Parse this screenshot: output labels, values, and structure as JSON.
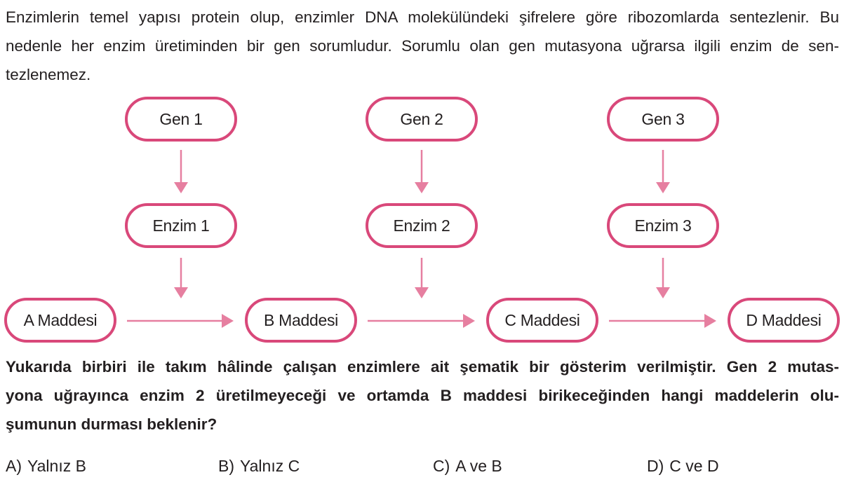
{
  "intro": {
    "lines": [
      "Enzimlerin temel yapısı protein olup, enzimler DNA molekülündeki şifrelere göre ribozomlarda sentezlenir. Bu",
      "nedenle her enzim üretiminden bir gen sorumludur. Sorumlu olan gen mutasyona uğrarsa ilgili enzim de sen-",
      "tezlenemez."
    ]
  },
  "diagram": {
    "genes": [
      "Gen 1",
      "Gen 2",
      "Gen 3"
    ],
    "enzymes": [
      "Enzim 1",
      "Enzim 2",
      "Enzim 3"
    ],
    "substances": [
      "A Maddesi",
      "B Maddesi",
      "C Maddesi",
      "D Maddesi"
    ],
    "colors": {
      "border": "#d9487a",
      "arrow": "#e67fa0"
    }
  },
  "question": {
    "lines": [
      "Yukarıda birbiri ile takım hâlinde çalışan enzimlere ait şematik bir gösterim verilmiştir. Gen 2 mutas-",
      "yona uğrayınca enzim 2 üretilmeyeceği ve ortamda B maddesi birikeceğinden hangi maddelerin olu-",
      "şumunun durması beklenir?"
    ]
  },
  "options": [
    {
      "letter": "A)",
      "text": "Yalnız B"
    },
    {
      "letter": "B)",
      "text": "Yalnız C"
    },
    {
      "letter": "C)",
      "text": "A ve B"
    },
    {
      "letter": "D)",
      "text": "C ve D"
    }
  ]
}
